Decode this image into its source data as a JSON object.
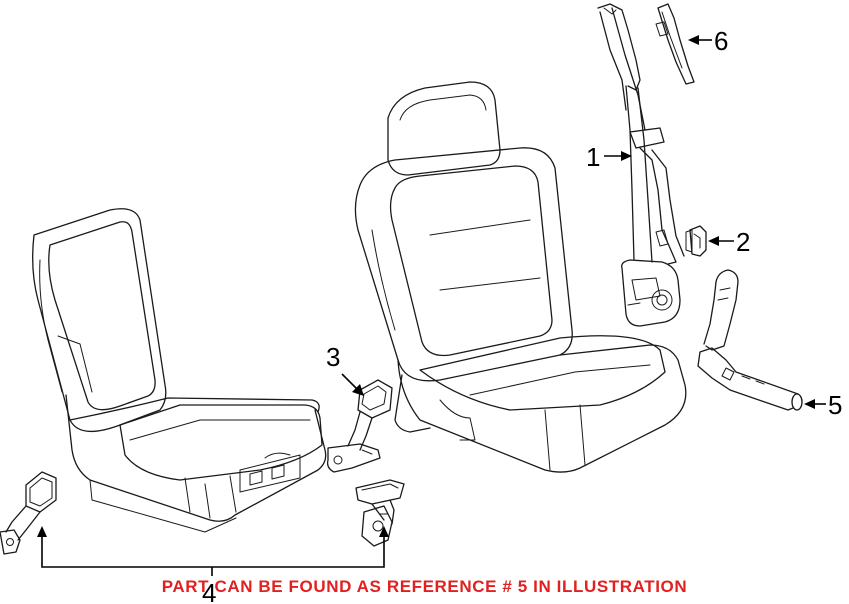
{
  "callouts": {
    "c1": "1",
    "c2": "2",
    "c3": "3",
    "c4": "4",
    "c5": "5",
    "c6": "6"
  },
  "footnote": "PART CAN BE FOUND AS REFERENCE # 5 IN ILLUSTRATION",
  "colors": {
    "footnote": "#e32020",
    "line": "#1a1a1a"
  }
}
